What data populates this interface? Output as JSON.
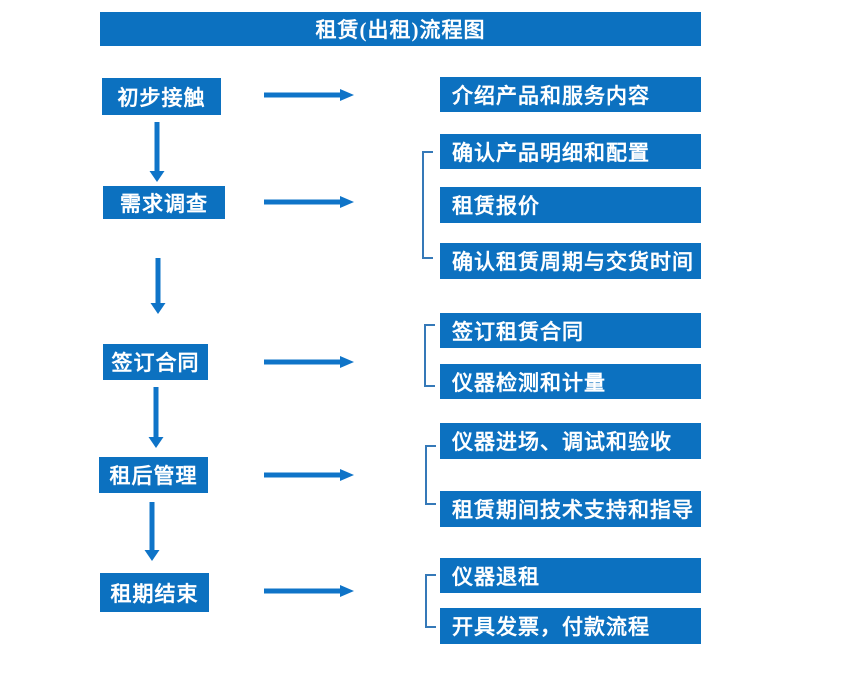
{
  "title": "租赁(出租)流程图",
  "colors": {
    "box_fill": "#0c71c0",
    "arrow": "#0f74c8",
    "bracket": "#3579b8",
    "text": "#ffffff"
  },
  "steps": [
    {
      "label": "初步接触",
      "outputs": [
        "介绍产品和服务内容"
      ]
    },
    {
      "label": "需求调查",
      "outputs": [
        "确认产品明细和配置",
        "租赁报价",
        "确认租赁周期与交货时间"
      ]
    },
    {
      "label": "签订合同",
      "outputs": [
        "签订租赁合同",
        "仪器检测和计量"
      ]
    },
    {
      "label": "租后管理",
      "outputs": [
        "仪器进场、调试和验收",
        "租赁期间技术支持和指导"
      ]
    },
    {
      "label": "租期结束",
      "outputs": [
        "仪器退租",
        "开具发票，付款流程"
      ]
    }
  ]
}
